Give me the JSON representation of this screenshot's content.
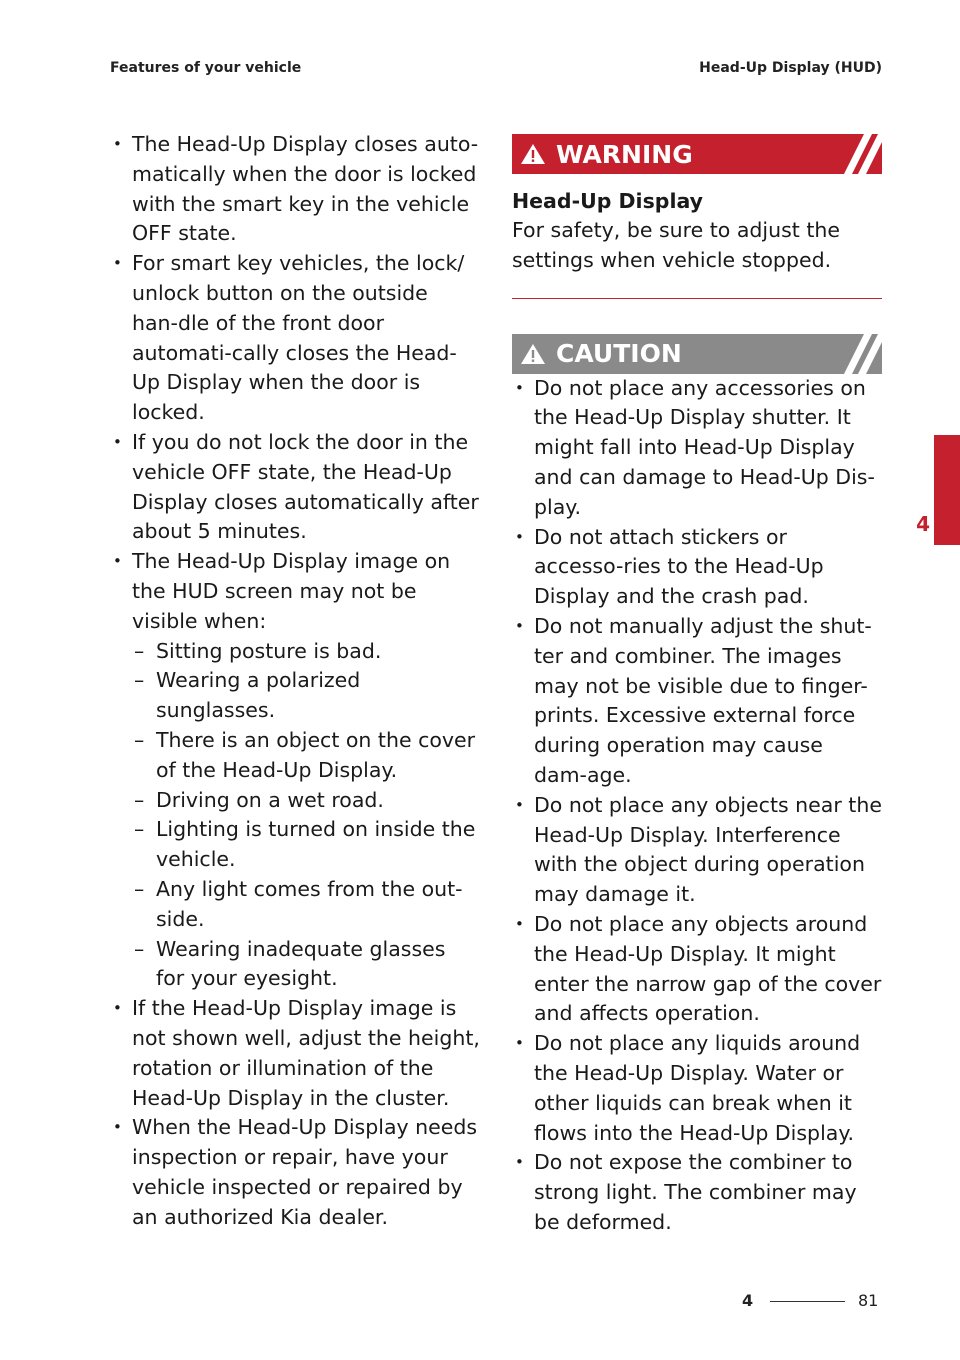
{
  "header": {
    "left": "Features of your vehicle",
    "right": "Head-Up Display (HUD)"
  },
  "left_column": {
    "items": [
      {
        "text": "The Head-Up Display closes auto-matically when the door is locked with the smart key in the vehicle OFF state."
      },
      {
        "text": "For smart key vehicles, the lock/ unlock button on the outside han-dle of the front door automati-cally closes the Head-Up Display when the door is locked."
      },
      {
        "text": "If you do not lock the door in the vehicle OFF state, the Head-Up Display closes automatically after about 5 minutes."
      },
      {
        "text": "The Head-Up Display image on the HUD screen may not be visible when:",
        "sub": [
          "Sitting posture is bad.",
          "Wearing a polarized sunglasses.",
          "There is an object on the cover of the Head-Up Display.",
          "Driving on a wet road.",
          "Lighting is turned on inside the vehicle.",
          "Any light comes from the out-side.",
          "Wearing inadequate glasses for your eyesight."
        ]
      },
      {
        "text": "If the Head-Up Display image is not shown well, adjust the height, rotation or illumination of the Head-Up Display in the cluster."
      },
      {
        "text": "When the Head-Up Display needs inspection or repair, have your vehicle inspected or repaired by an authorized Kia dealer."
      }
    ]
  },
  "warning": {
    "label": "WARNING",
    "heading": "Head-Up Display",
    "text": "For safety, be sure to adjust the settings when vehicle stopped."
  },
  "caution": {
    "label": "CAUTION",
    "items": [
      "Do not place any accessories on the Head-Up Display shutter. It might fall into Head-Up Display and can damage to Head-Up Dis-play.",
      "Do not attach stickers or accesso-ries to the Head-Up Display and the crash pad.",
      "Do not manually adjust the shut-ter and combiner. The images may not be visible due to finger-prints. Excessive external force during operation may cause dam-age.",
      "Do not place any objects near the Head-Up Display. Interference with the object during operation may damage it.",
      "Do not place any objects around the Head-Up Display. It might enter the narrow gap of the cover and affects operation.",
      "Do not place any liquids around the Head-Up Display. Water or other liquids can break when it flows into the Head-Up Display.",
      "Do not expose the combiner to strong light. The combiner may be deformed."
    ]
  },
  "side_tab": {
    "number": "4"
  },
  "footer": {
    "chapter": "4",
    "page": "81"
  },
  "colors": {
    "accent": "#c4202e",
    "caution_gray": "#8a8a8a"
  }
}
